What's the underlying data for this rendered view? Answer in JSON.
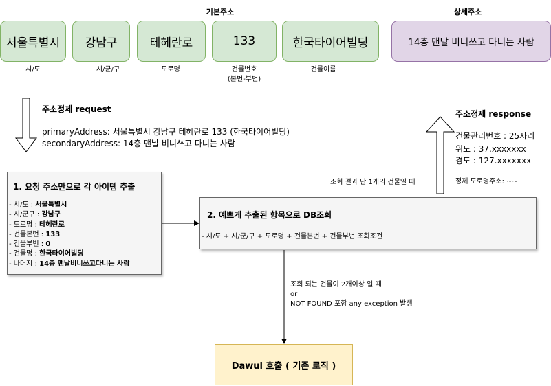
{
  "top": {
    "basic_header": "기본주소",
    "detail_header": "상세주소",
    "items": [
      {
        "value": "서울특별시",
        "caption": "시/도"
      },
      {
        "value": "강남구",
        "caption": "시/군/구"
      },
      {
        "value": "테헤란로",
        "caption": "도로명"
      },
      {
        "value": "133",
        "caption": "건물번호",
        "caption2": "(본번-부번)"
      },
      {
        "value": "한국타이어빌딩",
        "caption": "건물이름"
      }
    ],
    "detail_value": "14층 맨날 비니쓰고 다니는 사람"
  },
  "request": {
    "title": "주소정제 request",
    "line1": "primaryAddress: 서울특별시 강남구 테헤란로 133 (한국타이어빌딩)",
    "line2": "secondaryAddress: 14층 맨날 비니쓰고 다니는 사람"
  },
  "step1": {
    "title": "1. 요청 주소만으로 각 아이템 추출",
    "rows": [
      {
        "label": "- 시/도 : ",
        "value": "서울특별시"
      },
      {
        "label": "- 시/군구 : ",
        "value": "강남구"
      },
      {
        "label": "- 도로명 : ",
        "value": "테헤란로"
      },
      {
        "label": "- 건물본번 : ",
        "value": "133"
      },
      {
        "label": "- 건물부번 : ",
        "value": "0"
      },
      {
        "label": "- 건물명 : ",
        "value": "한국타이어빌딩"
      },
      {
        "label": "- 나머지 : ",
        "value": "14층 맨날비니쓰고다니는 사람"
      }
    ]
  },
  "step2": {
    "title": "2. 예쁘게 추출된 항목으로 DB조회",
    "condition": "- 시/도 + 시/군/구 + 도로명 + 건물본번 + 건물부번  조회조건"
  },
  "single_result_label": "조회 결과 단 1개의 건물일 때",
  "response": {
    "title": "주소정제 response",
    "line1": "건물관리번호 : 25자리",
    "line2": "위도 : 37.xxxxxxx",
    "line3": "경도 : 127.xxxxxxx",
    "line4": "정제 도로명주소: ~~"
  },
  "fallback": {
    "line1": "조회 되는 건물이 2개이상 일 때",
    "line2": "or",
    "line3": "NOT FOUND 포함 any exception 발생"
  },
  "dawul": {
    "label": "Dawul 호출 ( 기존 로직 )"
  }
}
